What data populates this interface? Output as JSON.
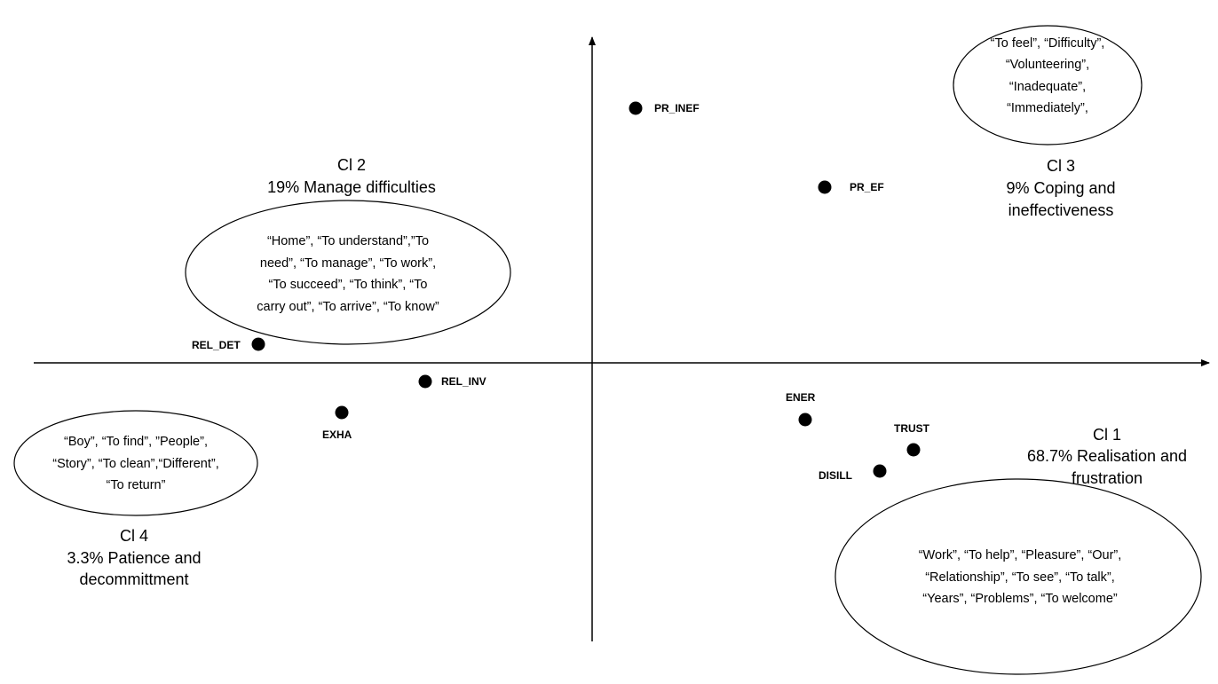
{
  "colors": {
    "ink": "#000000",
    "background": "#ffffff"
  },
  "points": [
    {
      "id": "PR_INEF",
      "label": "PR_INEF"
    },
    {
      "id": "PR_EF",
      "label": "PR_EF"
    },
    {
      "id": "REL_DET",
      "label": "REL_DET"
    },
    {
      "id": "REL_INV",
      "label": "REL_INV"
    },
    {
      "id": "EXHA",
      "label": "EXHA"
    },
    {
      "id": "ENER",
      "label": "ENER"
    },
    {
      "id": "TRUST",
      "label": "TRUST"
    },
    {
      "id": "DISILL",
      "label": "DISILL"
    }
  ],
  "clusters": {
    "cl1": {
      "title": "Cl 1",
      "description": [
        "68.7% Realisation and",
        "frustration"
      ],
      "words": [
        "“Work”, “To help”, “Pleasure”, “Our”,",
        "“Relationship”, “To see”, “To talk”,",
        "“Years”, “Problems”, “To welcome”"
      ]
    },
    "cl2": {
      "title": "Cl 2",
      "description": [
        "19% Manage difficulties"
      ],
      "words": [
        "“Home”, “To understand”,”To",
        "need”, “To manage”, “To work”,",
        "“To succeed”, “To think”, “To",
        "carry out”, “To arrive”, “To know”"
      ]
    },
    "cl3": {
      "title": "Cl 3",
      "description": [
        "9% Coping and",
        "ineffectiveness"
      ],
      "words": [
        "“To feel”, “Difficulty”,",
        "“Volunteering”,",
        "“Inadequate”,",
        "“Immediately”,"
      ]
    },
    "cl4": {
      "title": "Cl 4",
      "description": [
        "3.3% Patience and",
        "decommittment"
      ],
      "words": [
        "“Boy”, “To find”, ”People”,",
        "“Story”, “To clean”,“Different”,",
        "“To return”"
      ]
    }
  }
}
